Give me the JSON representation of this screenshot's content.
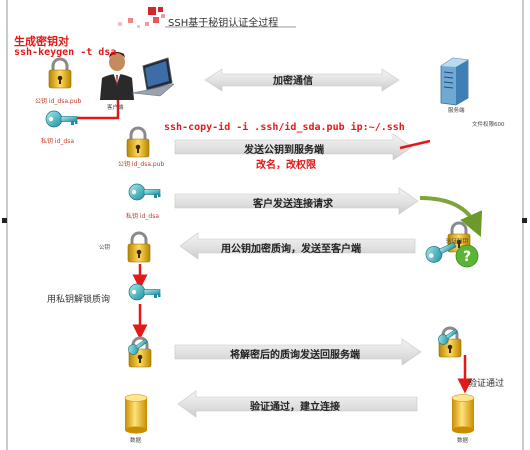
{
  "title": "SSH基于秘钥认证全过程",
  "notes": {
    "generate_title": "生成密钥对",
    "generate_cmd": "ssh-keygen -t dsa",
    "copy_cmd": "ssh-copy-id -i .ssh/id_sda.pub ip:~/.ssh",
    "rename_note": "改名，改权限",
    "file_perm": "文件权限600"
  },
  "labels": {
    "public_key_1": "公钥 id_dsa.pub",
    "client": "客户端",
    "private_key_1": "私钥 id_dsa",
    "server": "服务端",
    "public_key_2": "公钥 id_dsa.pub",
    "private_key_2": "私钥 id_dsa",
    "public_key_3": "公钥",
    "verify_secret": "验证秘钥",
    "unlock_private": "用私钥解锁质询",
    "verify_pass": "验证通过",
    "data_left": "数据",
    "data_right": "数据"
  },
  "steps": {
    "encrypted": "加密通信",
    "send_pubkey": "发送公钥到服务端",
    "request": "客户发送连接请求",
    "challenge": "用公钥加密质询，发送至客户端",
    "send_back": "将解密后的质询发送回服务端",
    "established": "验证通过，建立连接"
  }
}
